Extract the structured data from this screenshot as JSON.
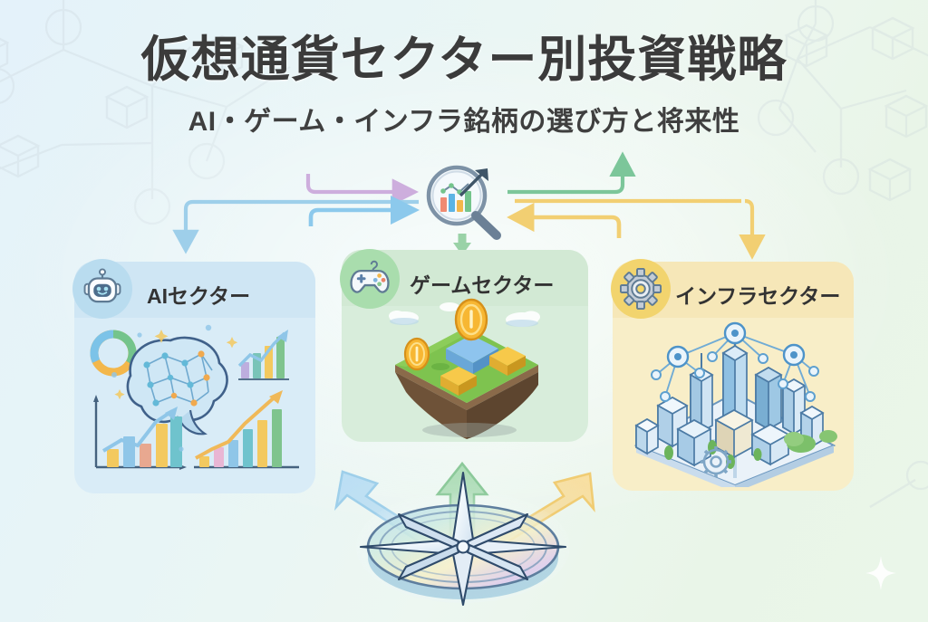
{
  "header": {
    "title": "仮想通貨セクター別投資戦略",
    "subtitle": "AI・ゲーム・インフラ銘柄の選び方と将来性"
  },
  "hub": {
    "name": "market-analysis-magnifier",
    "icon": "magnifier-chart-icon",
    "description": "虫眼鏡と上昇チャート"
  },
  "sectors": [
    {
      "id": "ai",
      "label": "AIセクター",
      "icon": "robot-icon",
      "badge_color": "#b9dcef",
      "card_color": "#d9ecf7",
      "head_color": "#cfe6f4",
      "art": "brain-network-bar-charts"
    },
    {
      "id": "game",
      "label": "ゲームセクター",
      "icon": "gamepad-icon",
      "badge_color": "#a9ddad",
      "card_color": "#d8eddb",
      "head_color": "#d2e9d4",
      "art": "voxel-island-coins"
    },
    {
      "id": "infra",
      "label": "インフラセクター",
      "icon": "gear-icon",
      "badge_color": "#f2d46e",
      "card_color": "#f8eec8",
      "head_color": "#f6e7b8",
      "art": "isometric-city-network"
    }
  ],
  "compass": {
    "name": "compass-rose",
    "beams": [
      {
        "target": "ai",
        "color": "#a9d5ee",
        "direction": "up-left"
      },
      {
        "target": "game",
        "color": "#9fd6a5",
        "direction": "up"
      },
      {
        "target": "infra",
        "color": "#f5d581",
        "direction": "up-right"
      }
    ]
  },
  "connectors": [
    {
      "id": "purple-in",
      "color": "#cdaedd",
      "direction": "right"
    },
    {
      "id": "blue-out-left",
      "color": "#9ecfea",
      "direction": "left-down"
    },
    {
      "id": "blue-in",
      "color": "#8cc9ec",
      "direction": "right"
    },
    {
      "id": "green-up",
      "color": "#7cc69a",
      "direction": "up"
    },
    {
      "id": "yellow-in",
      "color": "#f2cf72",
      "direction": "left"
    },
    {
      "id": "yellow-out-right",
      "color": "#f2cf72",
      "direction": "right-down"
    }
  ],
  "colors": {
    "bg_left": "#e4f2fa",
    "bg_right": "#eaf6e9",
    "title": "#3b3b3b"
  }
}
